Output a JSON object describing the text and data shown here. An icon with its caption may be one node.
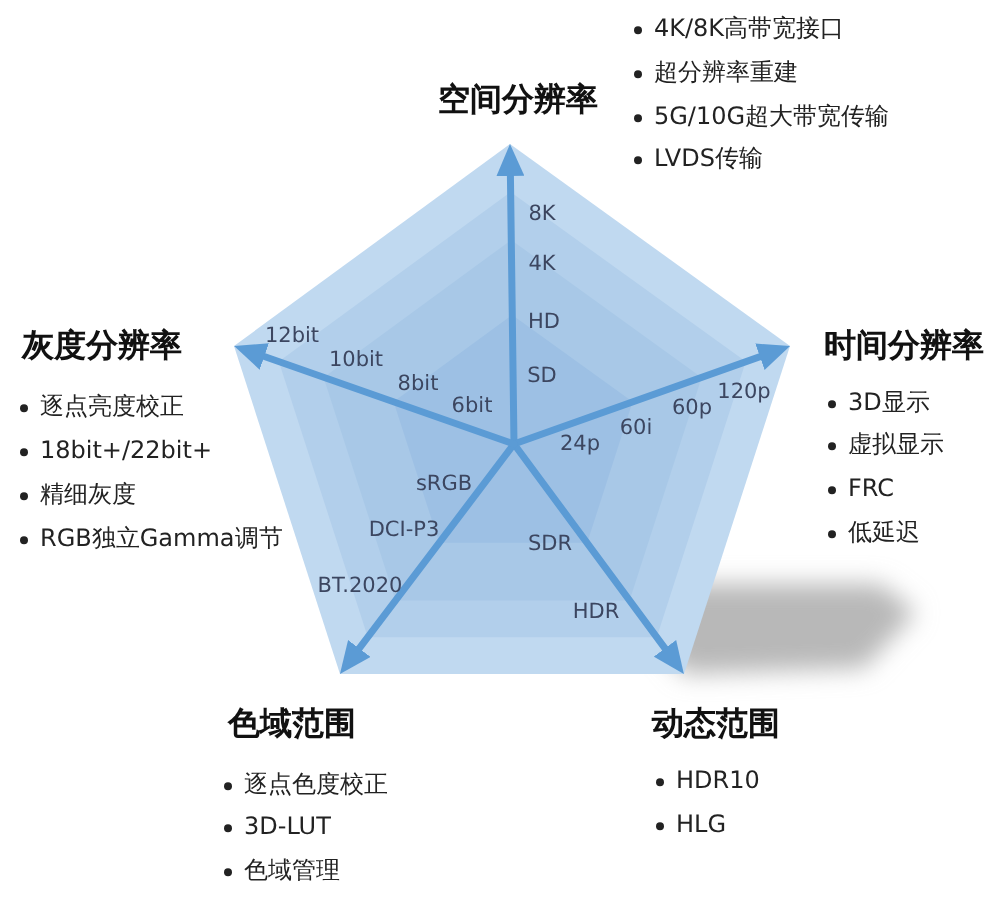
{
  "diagram": {
    "labels": [
      "空间分辨率",
      "4K/8K高带宽接口",
      "超分辨率重建",
      "5G/10G超大带宽传输",
      "LVDS传输",
      "8K",
      "4K",
      "HD",
      "SD",
      "灰度分辨率",
      "逐点亮度校正",
      "18bit+/22bit+",
      "精细灰度",
      "RGB独立Gamma调节",
      "12bit",
      "10bit",
      "8bit",
      "6bit",
      "时间分辨率",
      "3D显示",
      "虚拟显示",
      "FRC",
      "低延迟",
      "120p",
      "60p",
      "60i",
      "24p",
      "sRGB",
      "DCI-P3",
      "BT.2020",
      "SDR",
      "HDR",
      "色域范围",
      "逐点色度校正",
      "3D-LUT",
      "色域管理",
      "动态范围",
      "HDR10",
      "HLG"
    ]
  }
}
